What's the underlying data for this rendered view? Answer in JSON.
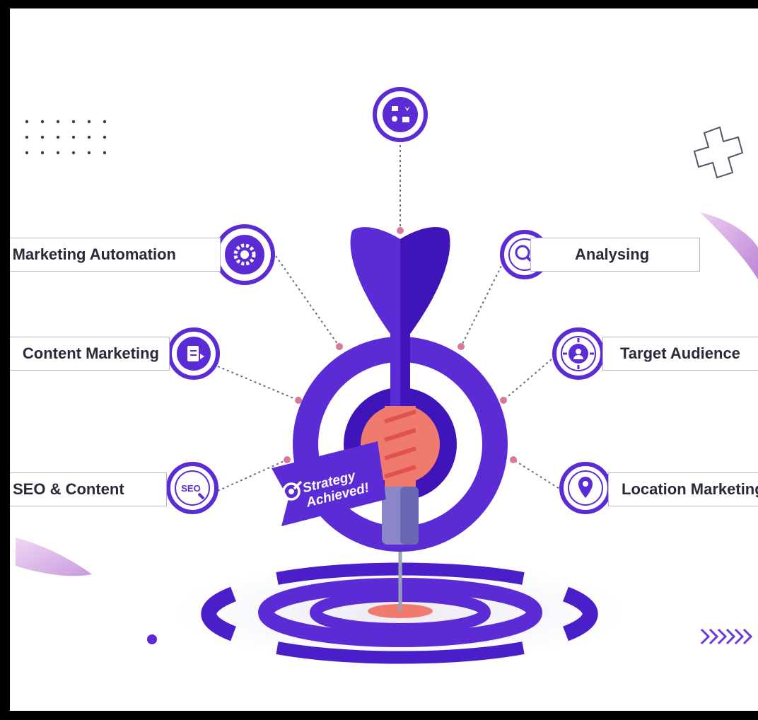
{
  "center": {
    "badge_line1": "Strategy",
    "badge_line2": "Achieved!"
  },
  "labels": {
    "marketing_automation": "Marketing Automation",
    "analysing": "Analysing",
    "content_marketing": "Content Marketing",
    "target_audience": "Target Audience",
    "seo_content": "SEO & Content",
    "location_marketing": "Location Marketing"
  },
  "icon_texts": {
    "seo": "SEO"
  },
  "colors": {
    "primary_purple": "#5b2bd6",
    "deep_purple": "#3f14b8",
    "salmon": "#f07a6e",
    "connector_dot": "#d9789a",
    "frame": "#000000"
  },
  "icons": [
    "chat-icon",
    "gear-icon",
    "magnifier-icon",
    "clipboard-icon",
    "audience-icon",
    "seo-icon",
    "location-pin-icon"
  ]
}
